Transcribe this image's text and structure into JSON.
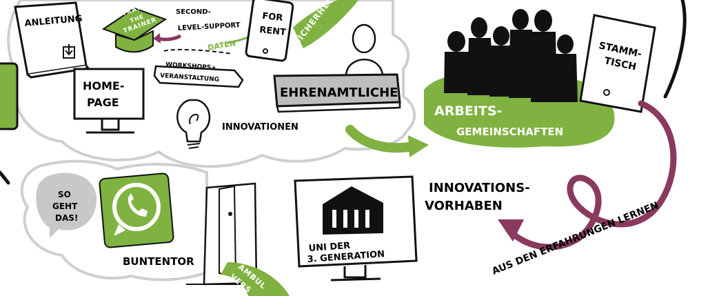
{
  "colors": {
    "green": "#7fb241",
    "plum": "#8a3a5e",
    "gray_cloud": "#c8c8c8",
    "dark": "#111111",
    "label_gray": "#bdbdbd"
  },
  "labels": {
    "anleitung": "ANLEITUNG",
    "train_the_trainer": [
      "TRAIN",
      "THE",
      "TRAINER"
    ],
    "second_level_support": [
      "SECOND-",
      "LEVEL-SUPPORT"
    ],
    "daten": "DATEN",
    "for_rent": [
      "FOR",
      "RENT"
    ],
    "sicherheit": "SICHERHEIT",
    "workshops": [
      "WORKSHOPS+",
      "VERANSTALTUNG"
    ],
    "homepage": [
      "HOME-",
      "PAGE"
    ],
    "ehrenamtliche": "EHRENAMTLICHE",
    "innovationen": "INNOVATIONEN",
    "arbeitsgemeinschaften": [
      "ARBEITS-",
      "GEMEINSCHAFTEN"
    ],
    "stammtisch": [
      "STAMM-",
      "TISCH"
    ],
    "innovationsvorhaben": [
      "INNOVATIONS-",
      "VORHABEN"
    ],
    "aus_den_erfahrungen": "AUS DEN ERFAHRUNGEN LERNEN",
    "so_geht_das": [
      "SO",
      "GEHT",
      "DAS!"
    ],
    "buntentor": "BUNTENTOR",
    "uni_der_generation": [
      "UNI DER",
      "3. GENERATION"
    ],
    "ambulant": [
      "AMBUL",
      "VERS"
    ]
  },
  "icons": [
    "book-icon",
    "graduation-cap-icon",
    "tablet-icon",
    "monitor-icon",
    "lightbulb-icon",
    "person-icon",
    "people-group-icon",
    "whatsapp-icon",
    "door-icon",
    "university-building-icon",
    "arrow-icon",
    "loop-arrow-icon"
  ]
}
